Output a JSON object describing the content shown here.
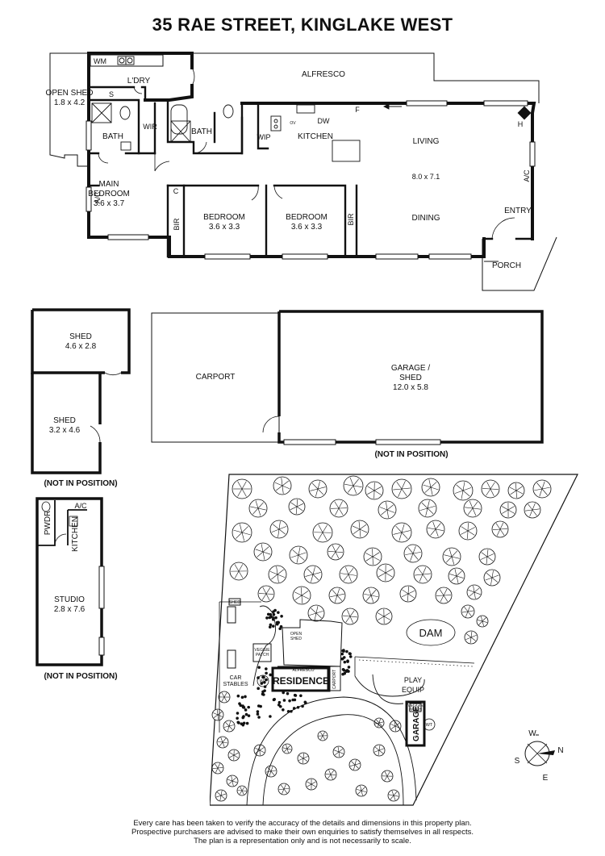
{
  "title": "35 RAE STREET, KINGLAKE WEST",
  "house": {
    "open_shed": "OPEN SHED",
    "open_shed_dim": "1.8 x 4.2",
    "wm": "WM",
    "laundry": "L'DRY",
    "s": "S",
    "alfresco": "ALFRESCO",
    "bath1": "BATH",
    "wir": "WIR",
    "bath2": "BATH",
    "wip": "WIP",
    "ov": "OV",
    "dw": "DW",
    "f": "F",
    "kitchen": "KITCHEN",
    "living": "LIVING",
    "living_dim": "8.0 x 7.1",
    "h": "H",
    "ac1": "A/C",
    "main_bedroom": "MAIN",
    "main_bedroom_2": "BEDROOM",
    "main_bedroom_dim": "3.6 x 3.7",
    "ac2": "A/C",
    "c": "C",
    "bir1": "BIR",
    "bedroom1": "BEDROOM",
    "bedroom1_dim": "3.6 x 3.3",
    "bedroom2": "BEDROOM",
    "bedroom2_dim": "3.6 x 3.3",
    "bir2": "BIR",
    "dining": "DINING",
    "entry": "ENTRY",
    "porch": "PORCH"
  },
  "sheds": {
    "shed1": "SHED",
    "shed1_dim": "4.6 x 2.8",
    "shed2": "SHED",
    "shed2_dim": "3.2 x 4.6",
    "not_in_position": "(NOT IN POSITION)"
  },
  "garage": {
    "carport": "CARPORT",
    "garage1": "GARAGE /",
    "garage2": "SHED",
    "garage_dim": "12.0 x 5.8",
    "not_in_position": "(NOT IN POSITION)"
  },
  "studio": {
    "pwdr": "PWDR",
    "kitchen": "KITCHEN",
    "ac": "A/C",
    "studio": "STUDIO",
    "studio_dim": "2.8 x 7.6",
    "not_in_position": "(NOT IN POSITION)"
  },
  "site": {
    "dam": "DAM",
    "residence": "RESIDENCE",
    "garage": "GARAGE",
    "play1": "PLAY",
    "play2": "EQUIP",
    "car1": "CAR",
    "car2": "STABLES",
    "open_shed1": "OPEN",
    "open_shed2": "SHED",
    "alfresco": "ALFRESCO",
    "carport": "CARPORT",
    "veggie1": "VEGGIE",
    "veggie2": "PATCH",
    "shed": "SHED",
    "wt1": "WT",
    "wt2": "WT"
  },
  "compass": {
    "w": "W",
    "n": "N",
    "s": "S",
    "e": "E"
  },
  "disclaimer": [
    "Every care has been taken to verify the accuracy of the details and dimensions in this property plan.",
    "Prospective purchasers are advised to make their own enquiries to satisfy themselves in all respects.",
    "The plan is a representation only and is not necessarily to scale."
  ]
}
